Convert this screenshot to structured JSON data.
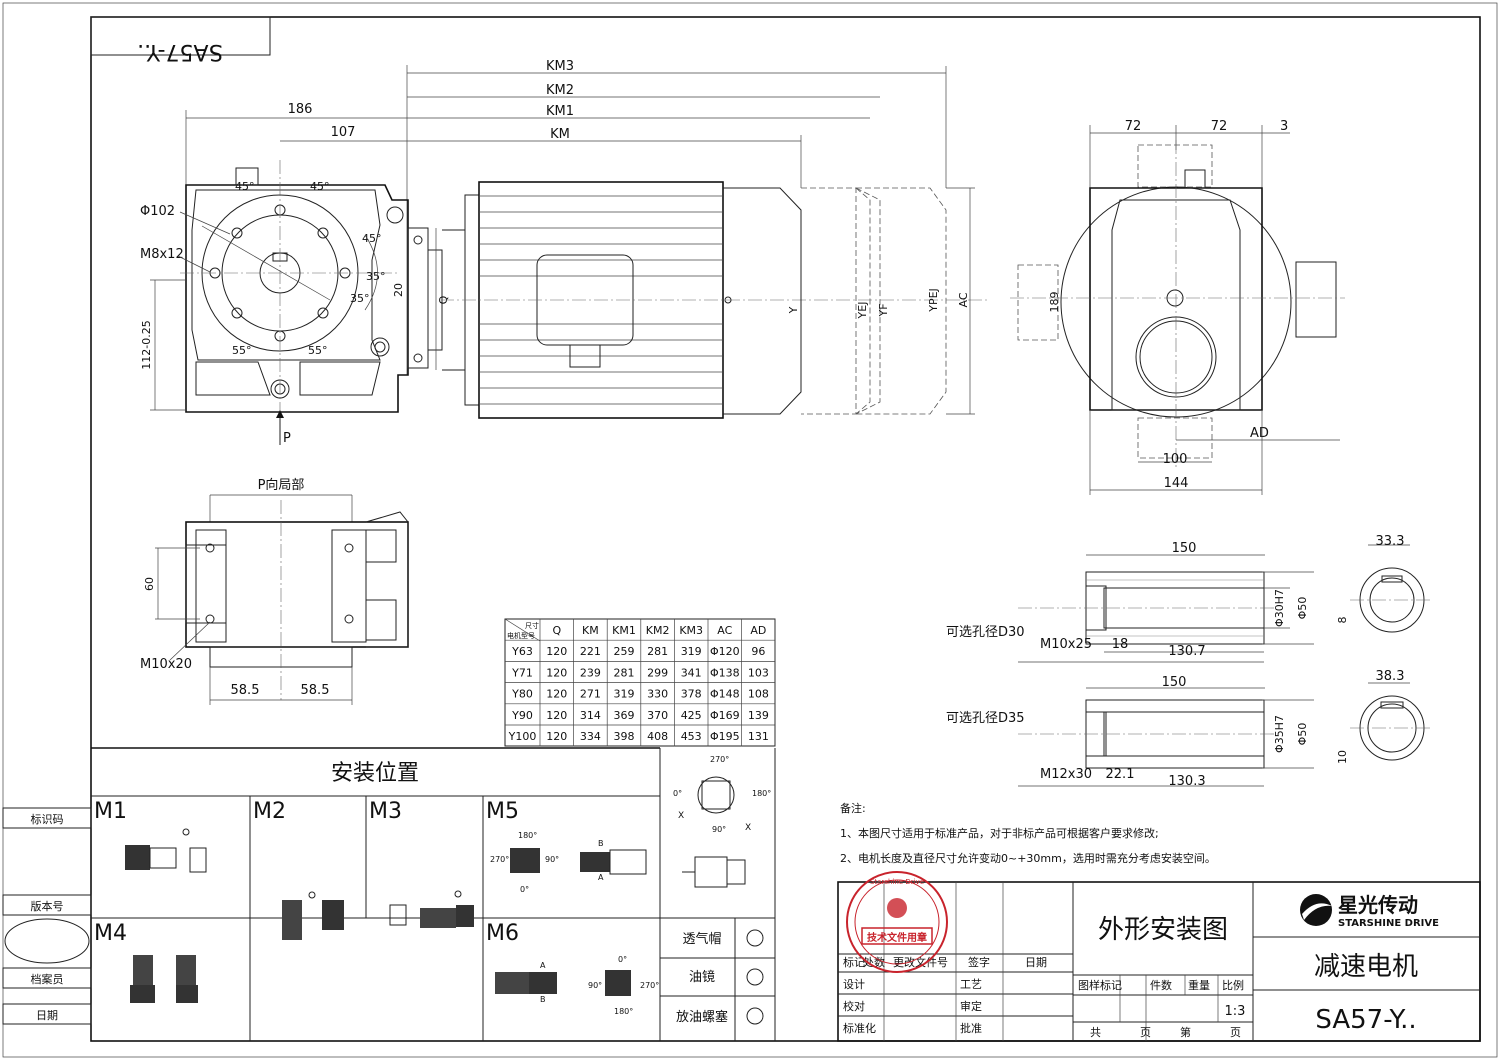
{
  "title_box": {
    "model_mirrored": "SA57-Y.."
  },
  "front_view": {
    "dims": [
      "186",
      "107",
      "KM",
      "KM1",
      "KM2",
      "KM3",
      "Φ102",
      "M8x12",
      "112-0.25",
      "20",
      "Q",
      "Y",
      "YEJ",
      "YF",
      "YPEJ",
      "AC",
      "P"
    ],
    "angles": [
      "45°",
      "45°",
      "45°",
      "35°",
      "55°",
      "55°",
      "35°"
    ]
  },
  "side_view": {
    "dims": [
      "72",
      "72",
      "3",
      "189",
      "AD",
      "100",
      "144"
    ]
  },
  "p_view": {
    "title": "P向局部",
    "dims": [
      "60",
      "M10x20",
      "58.5",
      "58.5"
    ]
  },
  "table": {
    "corner_top": "尺寸",
    "corner_bottom": "电机型号",
    "headers": [
      "Q",
      "KM",
      "KM1",
      "KM2",
      "KM3",
      "AC",
      "AD"
    ],
    "rows": [
      [
        "Y63",
        "120",
        "221",
        "259",
        "281",
        "319",
        "Φ120",
        "96"
      ],
      [
        "Y71",
        "120",
        "239",
        "281",
        "299",
        "341",
        "Φ138",
        "103"
      ],
      [
        "Y80",
        "120",
        "271",
        "319",
        "330",
        "378",
        "Φ148",
        "108"
      ],
      [
        "Y90",
        "120",
        "314",
        "369",
        "370",
        "425",
        "Φ169",
        "139"
      ],
      [
        "Y100",
        "120",
        "334",
        "398",
        "408",
        "453",
        "Φ195",
        "131"
      ]
    ]
  },
  "bore30": {
    "label": "可选孔径D30",
    "dims": [
      "150",
      "33.3",
      "Φ30H7",
      "Φ50",
      "8",
      "M10x25",
      "18",
      "130.7"
    ]
  },
  "bore35": {
    "label": "可选孔径D35",
    "dims": [
      "150",
      "38.3",
      "Φ35H7",
      "Φ50",
      "10",
      "M12x30",
      "22.1",
      "130.3"
    ]
  },
  "mounting": {
    "title": "安装位置",
    "positions": [
      "M1",
      "M2",
      "M3",
      "M4",
      "M5",
      "M6"
    ],
    "angles_m5": [
      "180°",
      "270°",
      "90°",
      "0°"
    ],
    "angles_m6": [
      "0°",
      "90°",
      "270°",
      "180°"
    ],
    "angles_ref": [
      "270°",
      "0°",
      "180°",
      "90°",
      "X",
      "X"
    ],
    "ab": [
      "B",
      "A"
    ]
  },
  "legend": {
    "items": [
      "透气帽",
      "油镜",
      "放油螺塞"
    ]
  },
  "notes": {
    "title": "备注:",
    "lines": [
      "1、本图尺寸适用于标准产品，对于非标产品可根据客户要求修改;",
      "2、电机长度及直径尺寸允许变动0~+30mm，选用时需充分考虑安装空间。"
    ]
  },
  "side_labels": [
    "标识码",
    "版本号",
    "档案员",
    "日期"
  ],
  "title_block": {
    "stamp_text": "技术文件用章",
    "stamp_ring": "Starshine Drive",
    "row_headers": [
      "标记",
      "处数",
      "更改文件号",
      "签字",
      "日期"
    ],
    "roles": [
      "设计",
      "工艺",
      "校对",
      "审定",
      "标准化",
      "批准"
    ],
    "drawing_name": "外形安装图",
    "material_headers": [
      "图样标记",
      "件数",
      "重量",
      "比例"
    ],
    "scale": "1:3",
    "sheets": [
      "共",
      "页",
      "第",
      "页"
    ],
    "company_cn": "星光传动",
    "company_en": "STARSHINE DRIVE",
    "product": "减速电机",
    "model": "SA57-Y.."
  },
  "colors": {
    "stamp": "#c8232c",
    "logo": "#111111"
  }
}
